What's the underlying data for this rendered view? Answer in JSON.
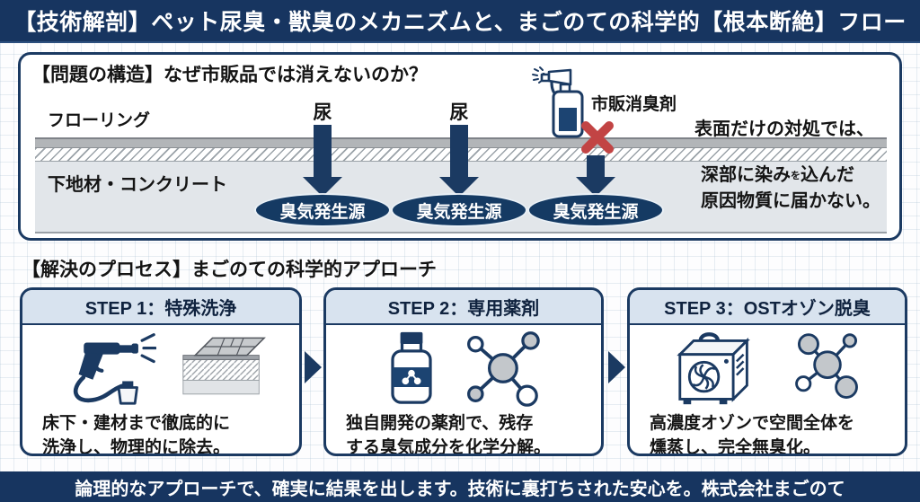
{
  "colors": {
    "navy": "#1b3a62",
    "banner_navy": "#173560",
    "step_header_band": "#d8e3ef",
    "red_x": "#c24444",
    "substrate_gray": "#e2e6ea",
    "flooring_gray": "#b2b5b8"
  },
  "header": {
    "title": "【技術解剖】ペット尿臭・獣臭のメカニズムと、まごのての科学的【根本断絶】フロー"
  },
  "problem": {
    "title": "【問題の構造】なぜ市販品では消えないのか？",
    "flooring_label": "フローリング",
    "substrate_label": "下地材・コンクリート",
    "urine_labels": [
      "尿",
      "尿"
    ],
    "spray_label": "市販消臭剤",
    "surface_note": "表面だけの対処では、",
    "deep_note": {
      "line1_pre": "深部に染み",
      "line1_small": "を",
      "line1_post": "込んだ",
      "line2": "原因物質に届かない。"
    },
    "odor_sources": [
      "臭気発生源",
      "臭気発生源",
      "臭気発生源"
    ]
  },
  "solution": {
    "title": "【解決のプロセス】まごのての科学的アプローチ",
    "steps": [
      {
        "header": "STEP 1：特殊洗浄",
        "line1": "床下・建材まで徹底的に",
        "line2": "洗浄し、物理的に除去。"
      },
      {
        "header": "STEP 2：専用薬剤",
        "line1": "独自開発の薬剤で、残存",
        "line2": "する臭気成分を化学分解。"
      },
      {
        "header": "STEP 3：OSTオゾン脱臭",
        "line1": "高濃度オゾンで空間全体を",
        "line2": "燻蒸し、完全無臭化。"
      }
    ]
  },
  "footer": {
    "title": "論理的なアプローチで、確実に結果を出します。技術に裏打ちされた安心を。株式会社まごのて"
  },
  "icons": {
    "spray_bottle": "spray-bottle-icon",
    "fail_cross": "red-x-icon",
    "pressure_washer": "pressure-washer-icon",
    "floor_section": "floor-layers-icon",
    "chemical_bottle": "chemical-bottle-icon",
    "molecule": "molecule-icon",
    "ozone_machine": "ozone-generator-icon",
    "ozone_bubbles": "ozone-bubbles-icon"
  }
}
